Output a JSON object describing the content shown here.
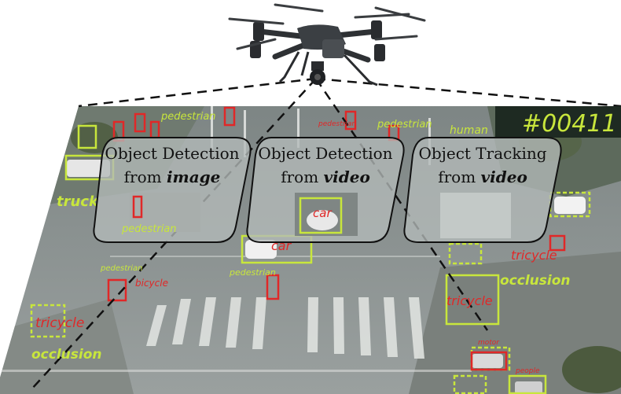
{
  "frame_id": "#00411",
  "panels": [
    {
      "line1": "Object Detection",
      "line2_prefix": "from ",
      "line2_em": "image",
      "inner_label": "pedestrian"
    },
    {
      "line1": "Object Detection",
      "line2_prefix": "from ",
      "line2_em": "video",
      "inner_label": "car"
    },
    {
      "line1": "Object Tracking",
      "line2_prefix": "from ",
      "line2_em": "video",
      "inner_label": ""
    }
  ],
  "scene_labels": {
    "pedestrian_top_left": "pedestrian",
    "pedestrian_top_mid": "pedestrian",
    "pedestrian_top_right": "pedestrian",
    "human": "human",
    "truck": "truck",
    "car": "car",
    "pedestrian_mid_left": "pedestrian",
    "bicycle": "bicycle",
    "pedestrian_center": "pedestrian",
    "tricycle_left": "tricycle",
    "occlusion_left": "occlusion",
    "tricycle_right": "tricycle",
    "occlusion_right": "occlusion",
    "tricycle_bottom_right": "tricycle",
    "motor": "motor",
    "people": "people"
  },
  "colors": {
    "detection_yellow": "#c8e63c",
    "detection_red": "#e02828",
    "road": "#8a9190",
    "bubble_fill": "#b4bab8"
  }
}
